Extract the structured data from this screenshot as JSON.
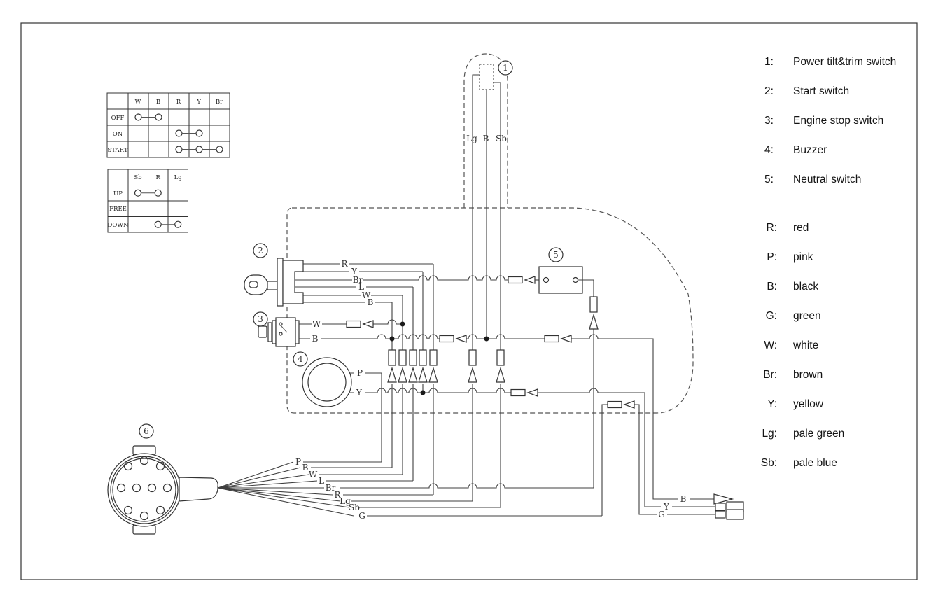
{
  "diagram": {
    "callouts": [
      "1",
      "2",
      "3",
      "4",
      "5",
      "6"
    ],
    "ptt_wires": [
      "Lg",
      "B",
      "Sb"
    ],
    "start_wires": [
      "R",
      "Y",
      "Br",
      "L",
      "W",
      "B"
    ],
    "stop_wires": [
      "W",
      "B"
    ],
    "buzzer_wires": [
      "P",
      "Y"
    ],
    "harness_wires": [
      "P",
      "B",
      "W",
      "L",
      "Br",
      "R",
      "Lg",
      "Sb",
      "G"
    ],
    "output_wires": [
      "B",
      "Y",
      "G"
    ]
  },
  "table1": {
    "headers": [
      "W",
      "B",
      "R",
      "Y",
      "Br"
    ],
    "rows": [
      "OFF",
      "ON",
      "START"
    ],
    "connections": [
      [
        "W",
        "B"
      ],
      [
        "R",
        "Y"
      ],
      [
        "R",
        "Y",
        "Br"
      ]
    ]
  },
  "table2": {
    "headers": [
      "Sb",
      "R",
      "Lg"
    ],
    "rows": [
      "UP",
      "FREE",
      "DOWN"
    ],
    "connections": [
      [
        "Sb",
        "R"
      ],
      [],
      [
        "R",
        "Lg"
      ]
    ]
  },
  "legend": {
    "items": [
      {
        "num": "1:",
        "label": "Power tilt&trim switch"
      },
      {
        "num": "2:",
        "label": "Start switch"
      },
      {
        "num": "3:",
        "label": "Engine stop switch"
      },
      {
        "num": "4:",
        "label": "Buzzer"
      },
      {
        "num": "5:",
        "label": "Neutral switch"
      }
    ]
  },
  "colors": {
    "items": [
      {
        "abbr": "R:",
        "name": "red"
      },
      {
        "abbr": "P:",
        "name": "pink"
      },
      {
        "abbr": "B:",
        "name": "black"
      },
      {
        "abbr": "G:",
        "name": "green"
      },
      {
        "abbr": "W:",
        "name": "white"
      },
      {
        "abbr": "Br:",
        "name": "brown"
      },
      {
        "abbr": "Y:",
        "name": "yellow"
      },
      {
        "abbr": "Lg:",
        "name": "pale green"
      },
      {
        "abbr": "Sb:",
        "name": "pale blue"
      }
    ]
  }
}
